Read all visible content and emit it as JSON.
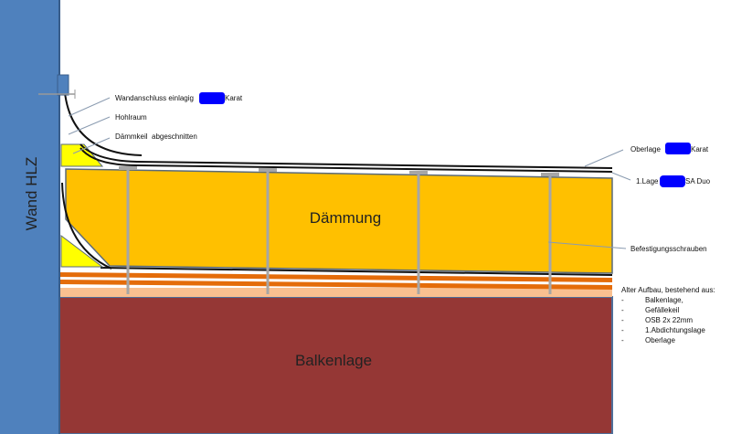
{
  "wall": {
    "label": "Wand HLZ",
    "color": "#4f81bd"
  },
  "insulation": {
    "label": "Dämmung",
    "color": "#ffc000"
  },
  "beams": {
    "label": "Balkenlage",
    "color": "#953735"
  },
  "wedge_color": "#ffff00",
  "osb_color": "#e46c0a",
  "annotations": {
    "wall_connection": "Wandanschluss einlagig",
    "wall_connection_suffix": "Karat",
    "cavity": "Hohlraum",
    "wedge_cut": "Dämmkeil  abgeschnitten",
    "top_layer": "Oberlage",
    "top_layer_suffix": "Karat",
    "first_layer": "1.Lage",
    "first_layer_suffix": "SA Duo",
    "screws": "Befestigungsschrauben"
  },
  "old_build": {
    "title": "Alter Aufbau, bestehend aus:",
    "items": [
      "Balkenlage,",
      "Gefällekeil",
      "OSB 2x 22mm",
      "1.Abdichtungslage",
      "Oberlage"
    ]
  }
}
